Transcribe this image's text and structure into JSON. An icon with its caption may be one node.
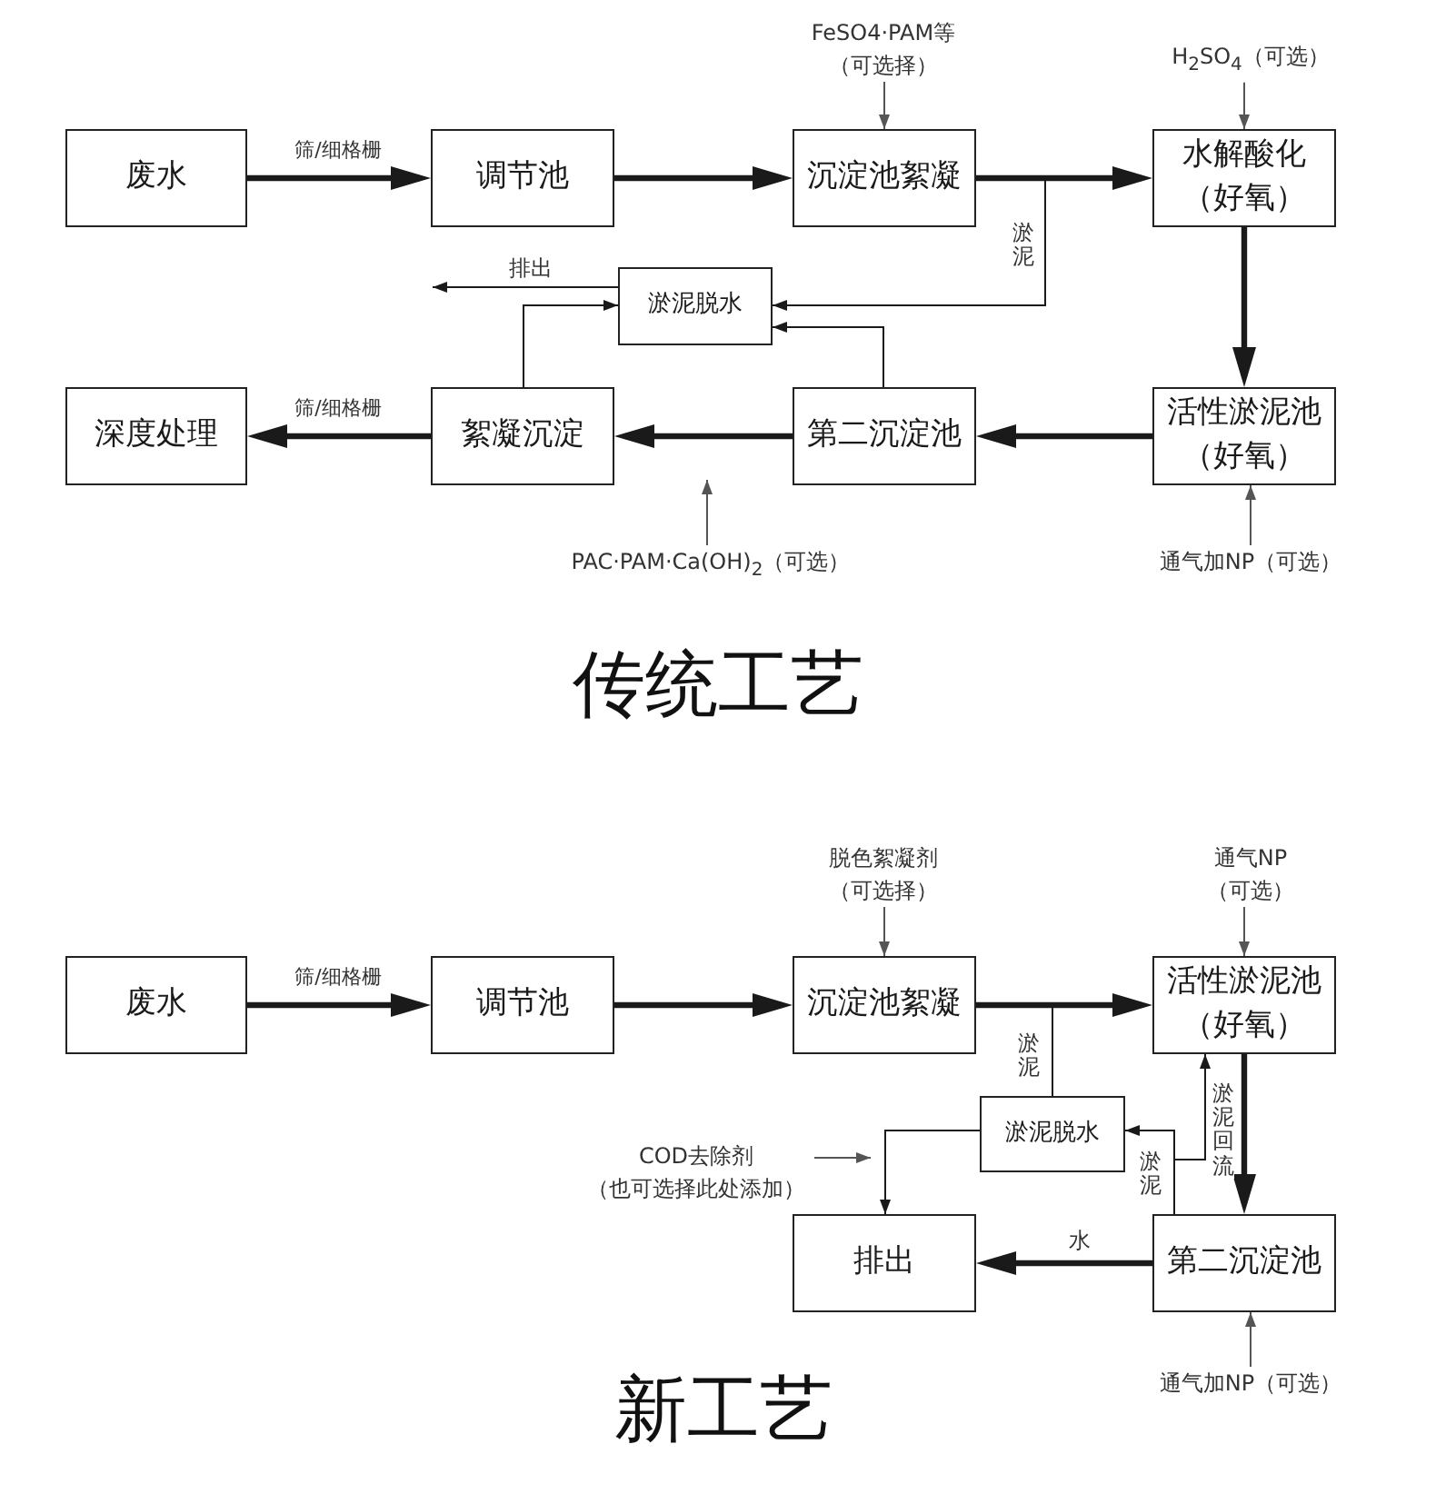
{
  "diagram": {
    "nodes": [
      {
        "text": [
          "FeSO4·PAM等（可选择）"
        ]
      },
      {
        "text": [
          "H$_{2}$SO$_{4}$（可选）"
        ]
      },
      {
        "text": [
          "废水"
        ]
      },
      {
        "text": [
          "调节池"
        ]
      },
      {
        "text": [
          "沉淀池絮凝"
        ]
      },
      {
        "text": [
          "水解酸化（好氧）"
        ]
      },
      {
        "text": [
          "淤泥脱水"
        ]
      },
      {
        "text": [
          "深度处理"
        ]
      },
      {
        "text": [
          "絮凝沉淀"
        ]
      },
      {
        "text": [
          "第二沉淀池"
        ]
      },
      {
        "text": [
          "活性淤泥池（好氧）"
        ]
      },
      {
        "text": [
          "PAC·PAM·Ca(OH)$_{2}$（可选）"
        ]
      },
      {
        "text": [
          "通气加NP（可选）"
        ]
      },
      {
        "text": [
          "脱色絮凝剂（可选择）"
        ]
      },
      {
        "text": [
          "通气NP（可选）"
        ]
      },
      {
        "text": [
          "废水"
        ]
      },
      {
        "text": [
          "调节池"
        ]
      },
      {
        "text": [
          "沉淀池絮凝"
        ]
      },
      {
        "text": [
          "活性淤泥池（好氧）"
        ]
      },
      {
        "text": [
          "淤泥脱水"
        ]
      },
      {
        "text": [
          "COD去除剂（也可选择此处添加）"
        ]
      },
      {
        "text": [
          "排出"
        ]
      },
      {
        "text": [
          "第二沉淀池"
        ]
      },
      {
        "text": [
          "通气加NP（可选）"
        ]
      }
    ],
    "edges": [
      {
        "from": 2,
        "to": 3,
        "arrow": "to",
        "label": "筛/细格栅",
        "style": "thick"
      },
      {
        "from": 3,
        "to": 4,
        "arrow": "to",
        "style": "thick"
      },
      {
        "from": 4,
        "to": 5,
        "arrow": "to",
        "style": "thick"
      },
      {
        "from": 4,
        "to": 6,
        "arrow": "to",
        "label": "淤泥"
      },
      {
        "from": 0,
        "to": 4,
        "arrow": "to",
        "color": "#555555"
      },
      {
        "from": 1,
        "to": 5,
        "arrow": "to",
        "color": "#555555"
      },
      {
        "from": 5,
        "to": 10,
        "arrow": "to",
        "style": "thick"
      },
      {
        "from": 10,
        "to": 9,
        "arrow": "to",
        "style": "thick"
      },
      {
        "from": 9,
        "to": 8,
        "arrow": "to",
        "style": "thick"
      },
      {
        "from": 8,
        "to": 7,
        "arrow": "to",
        "label": "筛/细格栅",
        "style": "thick"
      },
      {
        "from": 9,
        "to": 6,
        "arrow": "to"
      },
      {
        "from": 8,
        "to": 6,
        "arrow": "to"
      },
      {
        "from": 6,
        "to": null,
        "arrow": "to",
        "label": "排出"
      },
      {
        "from": 11,
        "to": null,
        "arrow": "to",
        "color": "#555555"
      },
      {
        "from": 12,
        "to": 10,
        "arrow": "to",
        "color": "#555555"
      },
      {
        "from": 15,
        "to": 16,
        "arrow": "to",
        "label": "筛/细格栅",
        "style": "thick"
      },
      {
        "from": 16,
        "to": 17,
        "arrow": "to",
        "style": "thick"
      },
      {
        "from": 17,
        "to": 18,
        "arrow": "to",
        "style": "thick"
      },
      {
        "from": 17,
        "to": 19,
        "arrow": "none",
        "label": "淤泥"
      },
      {
        "from": 13,
        "to": 17,
        "arrow": "to",
        "color": "#555555"
      },
      {
        "from": 14,
        "to": 18,
        "arrow": "to",
        "color": "#555555"
      },
      {
        "from": 18,
        "to": 22,
        "arrow": "to",
        "style": "thick"
      },
      {
        "from": 22,
        "to": 21,
        "arrow": "to",
        "label": "水",
        "style": "thick"
      },
      {
        "from": 22,
        "to": 19,
        "arrow": "to",
        "label": "淤泥"
      },
      {
        "from": 22,
        "to": 18,
        "arrow": "to",
        "label": "淤泥回流"
      },
      {
        "from": 19,
        "to": 21,
        "arrow": "to"
      },
      {
        "from": 20,
        "to": null,
        "arrow": "to",
        "color": "#555555"
      },
      {
        "from": 23,
        "to": 22,
        "arrow": "to",
        "color": "#555555"
      }
    ],
    "labels": [
      "传统工艺",
      "新工艺"
    ]
  }
}
